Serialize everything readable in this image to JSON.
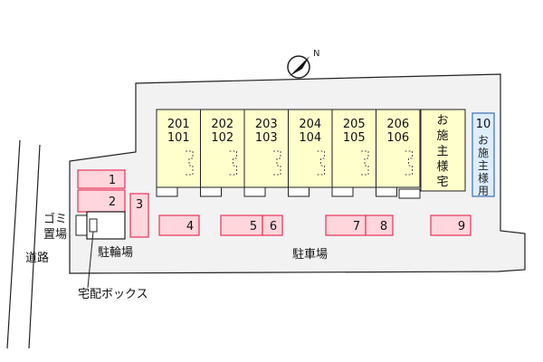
{
  "compass": {
    "icon": "north-arrow-icon",
    "letter": "N"
  },
  "units": [
    {
      "upper": "201",
      "lower": "101"
    },
    {
      "upper": "202",
      "lower": "102"
    },
    {
      "upper": "203",
      "lower": "103"
    },
    {
      "upper": "204",
      "lower": "104"
    },
    {
      "upper": "205",
      "lower": "105"
    },
    {
      "upper": "206",
      "lower": "106"
    }
  ],
  "owner_house": {
    "chars": [
      "お",
      "施",
      "主",
      "様",
      "宅"
    ]
  },
  "owner_parking": {
    "number": "10",
    "chars": [
      "お",
      "施",
      "主",
      "様",
      "用"
    ]
  },
  "parking_spaces": [
    "1",
    "2",
    "3",
    "4",
    "5",
    "6",
    "7",
    "8",
    "9"
  ],
  "labels": {
    "garbage_line1": "ゴミ",
    "garbage_line2": "置場",
    "bicycle": "駐輪場",
    "parking": "駐車場",
    "road": "道路",
    "delivery_box": "宅配ボックス"
  },
  "colors": {
    "building_fill": "#ffffcc",
    "parking_fill": "#ffd6dc",
    "parking_stroke": "#e8325a",
    "owner_parking_fill": "#dceeff",
    "owner_parking_stroke": "#3c6fb8",
    "outline": "#222222"
  }
}
